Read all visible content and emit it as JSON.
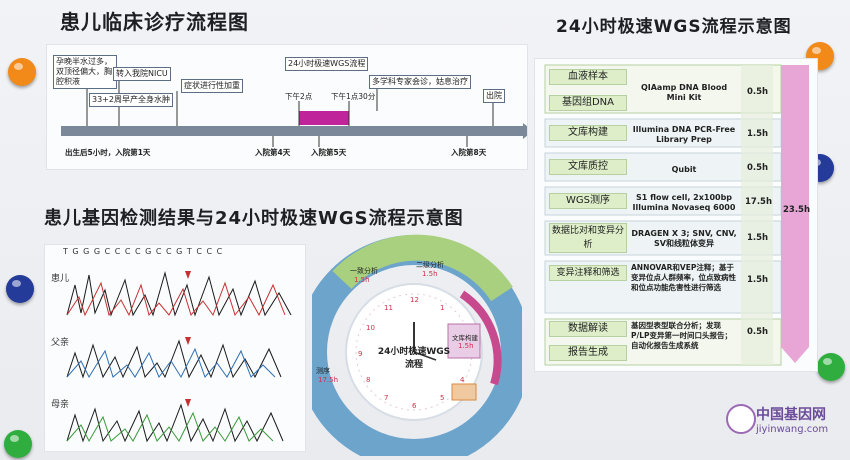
{
  "titles": {
    "clinical": "患儿临床诊疗流程图",
    "wgs_flow": "24小时极速WGS流程示意图",
    "gene_results": "患儿基因检测结果与24小时极速WGS流程示意图"
  },
  "timeline": {
    "events": [
      "孕晚半水过多，双顶径偏大，胸腔积液",
      "33+2周早产全身水肿",
      "转入我院NICU",
      "症状进行性加重",
      "24小时极速WGS流程",
      "多学科专家会诊，姑息治疗",
      "出院"
    ],
    "time_marks": [
      "下午2点",
      "下午1点30分"
    ],
    "axis_labels": [
      "出生后5小时，入院第1天",
      "入院第4天",
      "入院第5天",
      "入院第8天"
    ]
  },
  "wgs_steps": [
    {
      "label": "血液样本",
      "desc": "QIAamp DNA Blood Mini Kit",
      "time": "0.5h"
    },
    {
      "label": "基因组DNA",
      "desc": "",
      "time": ""
    },
    {
      "label": "文库构建",
      "desc": "Illumina DNA PCR-Free Library Prep",
      "time": "1.5h"
    },
    {
      "label": "文库质控",
      "desc": "Qubit",
      "time": "0.5h"
    },
    {
      "label": "WGS测序",
      "desc": "S1 flow cell, 2x100bp Illumina Novaseq 6000",
      "time": "17.5h"
    },
    {
      "label": "数据比对和变异分析",
      "desc": "DRAGEN X 3; SNV, CNV, SV和线粒体变异",
      "time": "1.5h"
    },
    {
      "label": "变异注释和筛选",
      "desc": "ANNOVAR和VEP注释；基于变异位点人群频率，位点致病性和位点功能危害性进行筛选",
      "time": "1.5h"
    },
    {
      "label": "数据解读",
      "desc": "基因型表型联合分析；发现P/LP变异第一时间口头报告；自动化报告生成系统",
      "time": "0.5h"
    },
    {
      "label": "报告生成",
      "desc": "",
      "time": ""
    }
  ],
  "total_time": "23.5h",
  "sequence": {
    "top_bases": "T G G G C C C C G C C G T C C C",
    "rows": [
      "患儿",
      "父亲",
      "母亲"
    ]
  },
  "circle": {
    "center": "24小时极速WGS流程",
    "segments": [
      "一致分析",
      "二级分析",
      "测序",
      "文库构建"
    ],
    "segment_times": [
      "1.5h",
      "1.5h",
      "17.5h",
      "1.5h"
    ]
  },
  "watermark": {
    "cn": "中国基因网",
    "url": "jiyinwang.com"
  },
  "colors": {
    "accent_magenta": "#c0249a",
    "step_green": "#ddeec8",
    "total_pink": "#e7a6d5"
  }
}
